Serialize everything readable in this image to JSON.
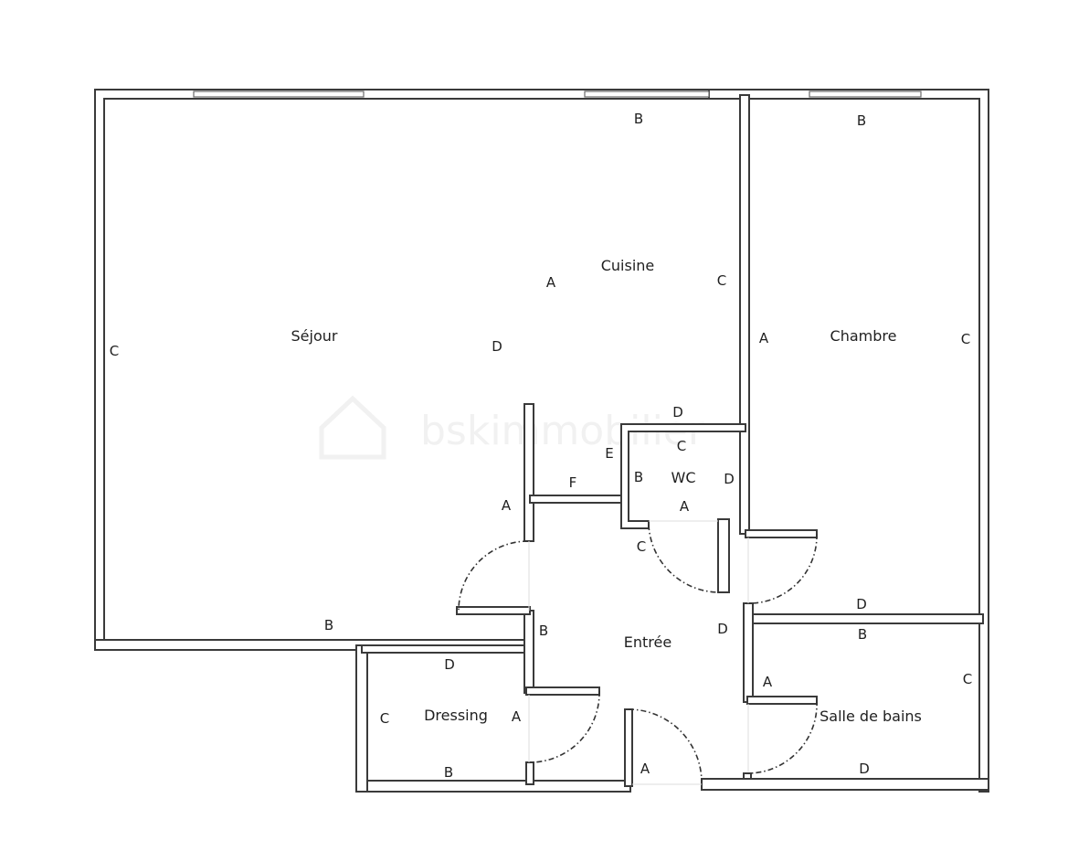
{
  "plan": {
    "watermark": "bskimmobilier",
    "rooms": {
      "sejour": "Séjour",
      "cuisine": "Cuisine",
      "chambre": "Chambre",
      "wc": "WC",
      "entree": "Entrée",
      "dressing": "Dressing",
      "salle_de_bains": "Salle de bains"
    },
    "walls": {
      "cuisine_b": "B",
      "cuisine_a": "A",
      "cuisine_c": "C",
      "sejour_c": "C",
      "sejour_d": "D",
      "sejour_a": "A",
      "sejour_b": "B",
      "chambre_b": "B",
      "chambre_a": "A",
      "chambre_c": "C",
      "chambre_d": "D",
      "wc_outer_d": "D",
      "wc_c": "C",
      "wc_b": "B",
      "wc_d": "D",
      "wc_a": "A",
      "wc_door_c": "C",
      "hall_e": "E",
      "hall_f": "F",
      "entree_b": "B",
      "entree_d": "D",
      "entree_a": "A",
      "dressing_d": "D",
      "dressing_c": "C",
      "dressing_a": "A",
      "dressing_b": "B",
      "sdb_b": "B",
      "sdb_a": "A",
      "sdb_c": "C",
      "sdb_d": "D"
    }
  }
}
